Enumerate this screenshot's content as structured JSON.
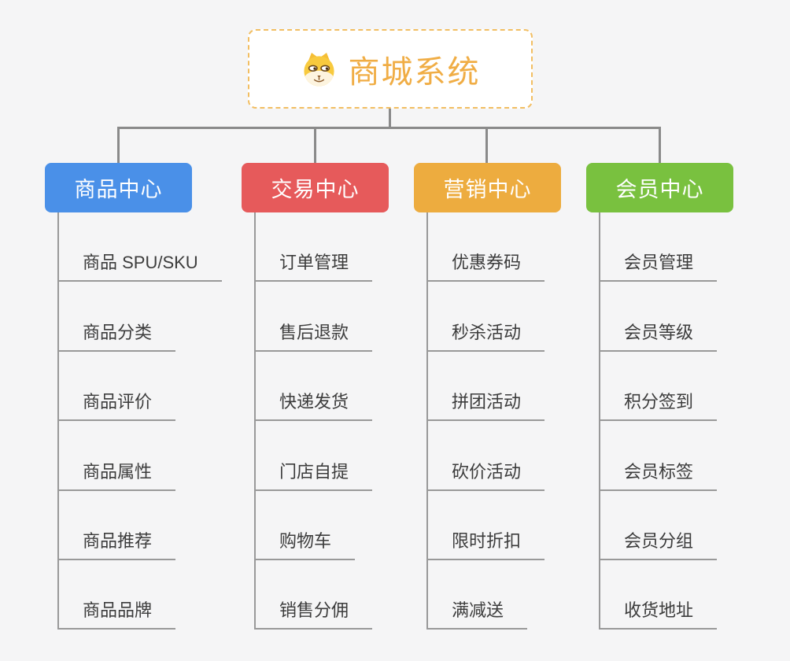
{
  "root": {
    "label": "商城系统",
    "icon": "dog-face-icon",
    "text_color": "#F0AD45",
    "border_color": "#F2BE62"
  },
  "branches": [
    {
      "label": "商品中心",
      "color": "#4A90E8",
      "items": [
        "商品 SPU/SKU",
        "商品分类",
        "商品评价",
        "商品属性",
        "商品推荐",
        "商品品牌"
      ]
    },
    {
      "label": "交易中心",
      "color": "#E65A5B",
      "items": [
        "订单管理",
        "售后退款",
        "快递发货",
        "门店自提",
        "购物车",
        "销售分佣"
      ]
    },
    {
      "label": "营销中心",
      "color": "#EDAC3F",
      "items": [
        "优惠券码",
        "秒杀活动",
        "拼团活动",
        "砍价活动",
        "限时折扣",
        "满减送"
      ]
    },
    {
      "label": "会员中心",
      "color": "#79C13F",
      "items": [
        "会员管理",
        "会员等级",
        "积分签到",
        "会员标签",
        "会员分组",
        "收货地址"
      ]
    }
  ],
  "colors": {
    "background": "#F5F5F6",
    "connector": "#8A8A8A",
    "leaf_line": "#999999",
    "leaf_text": "#3C3C3C",
    "branch_text": "#FFFFFF"
  }
}
